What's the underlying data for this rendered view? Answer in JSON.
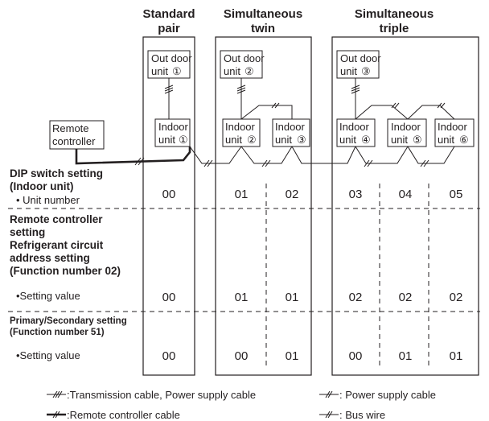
{
  "columns": {
    "standard": {
      "line1": "Standard",
      "line2": "pair"
    },
    "twin": {
      "line1": "Simultaneous",
      "line2": "twin"
    },
    "triple": {
      "line1": "Simultaneous",
      "line2": "triple"
    }
  },
  "remote_controller": {
    "line1": "Remote",
    "line2": "controller"
  },
  "outdoor_units": [
    {
      "line1": "Out door",
      "line2": "unit",
      "num": "①"
    },
    {
      "line1": "Out door",
      "line2": "unit",
      "num": "②"
    },
    {
      "line1": "Out door",
      "line2": "unit",
      "num": "③"
    }
  ],
  "indoor_units": [
    {
      "line1": "Indoor",
      "line2": "unit",
      "num": "①"
    },
    {
      "line1": "Indoor",
      "line2": "unit",
      "num": "②"
    },
    {
      "line1": "Indoor",
      "line2": "unit",
      "num": "③"
    },
    {
      "line1": "Indoor",
      "line2": "unit",
      "num": "④"
    },
    {
      "line1": "Indoor",
      "line2": "unit",
      "num": "⑤"
    },
    {
      "line1": "Indoor",
      "line2": "unit",
      "num": "⑥"
    }
  ],
  "sections": {
    "dip": {
      "title1": "DIP switch setting",
      "title2": "(Indoor unit)",
      "item": "• Unit number"
    },
    "remote": {
      "title1": "Remote controller",
      "title2": "setting",
      "title3": "Refrigerant circuit",
      "title4": "address setting",
      "title5": "(Function number 02)",
      "item": "•Setting value"
    },
    "primary": {
      "title1": "Primary/Secondary setting",
      "title2": "(Function number 51)",
      "item": "•Setting value"
    }
  },
  "rows": {
    "unit_number": [
      "00",
      "01",
      "02",
      "03",
      "04",
      "05"
    ],
    "refrigerant_address": [
      "00",
      "01",
      "01",
      "02",
      "02",
      "02"
    ],
    "primary_secondary": [
      "00",
      "00",
      "01",
      "00",
      "01",
      "01"
    ]
  },
  "legend": {
    "transmission": ":Transmission cable, Power supply cable",
    "power": ": Power supply cable",
    "remote": ":Remote controller cable",
    "bus": ": Bus wire"
  }
}
